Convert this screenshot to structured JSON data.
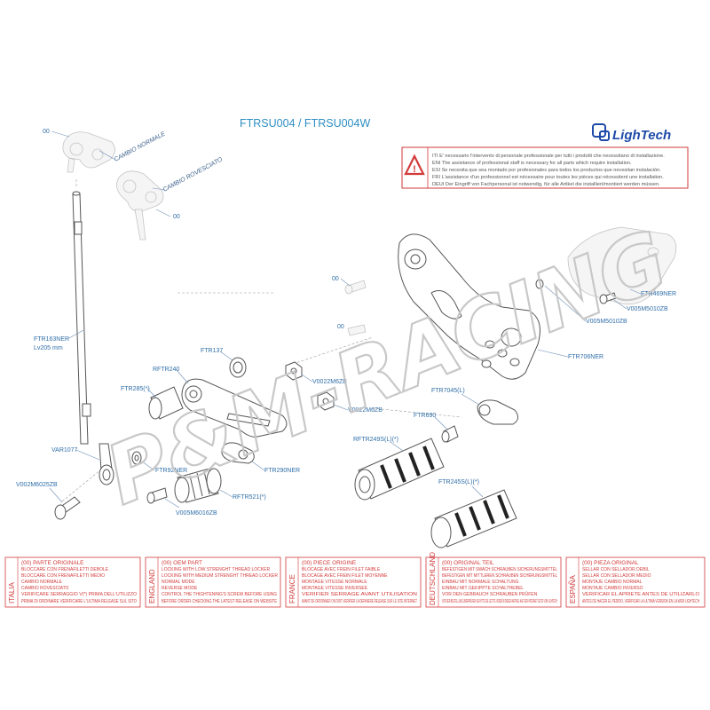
{
  "title": "FTRSU004 / FTRSU004W",
  "brand": "LighTech",
  "watermark": "P&M-RACING",
  "warning": {
    "lines": [
      "ITI  E' necessario l'intervento di personale professionale per tutti i prodotti che necessitano di installazione.",
      "ENI  The assistance of professional staff is necessary for all parts which require installation.",
      "ESI  Se necesita que sea montado por profesionales para todos los productos que necesitan instalación.",
      "FRI  L'assistance d'un professionnel est nécessaire pour toutes les pièces qui nécessitent une installation.",
      "DEUI Der Eingriff von Fachpersonal ist notwendig, für alle Artikel die installiert/montiert werden müssen."
    ]
  },
  "labels": {
    "oo_top": "00",
    "cambio_normale": "CAMBIO NORMALE",
    "cambio_rovesciato": "CAMBIO ROVESCIATO",
    "oo_mid": "00",
    "ftr163": "FTR163NER",
    "lv205": "Lv205 mm",
    "var1077": "VAR1077",
    "v002m6025": "V002M6025ZB",
    "ftr137": "FTR137",
    "rftr240": "RFTR240",
    "ftr285": "FTR285(*)",
    "v0022m6_a": "V0022M6ZB",
    "v0022m6_b": "V0022M6ZB",
    "ftr92": "FTR92NER",
    "rftr521": "RFTR521(*)",
    "v005m6016": "V005M6016ZB",
    "ftr290": "FTR290NER",
    "oo_right1": "00",
    "oo_right2": "00",
    "v005m5010_a": "V005M5010ZB",
    "v005m5010_b": "V005M5010ZB",
    "ftr469": "FTR469NER",
    "ftr706": "FTR706NER",
    "ftr7045": "FTR7045(L)",
    "ftr690": "FTR690",
    "rftr249": "RFTR249S(L)(*)",
    "ftr245": "FTR245S(L)(*)"
  },
  "legend": [
    {
      "country": "ITALIA",
      "lines": [
        "(00) PARTE ORIGINALE",
        "BLOCCARE CON FRENAFILETTI DEBOLE",
        "BLOCCARE CON FRENAFILETTI MEDIO",
        "CAMBIO NORMALE",
        "CAMBIO ROVESCIATO",
        "VERIFICARE SERRAGGIO V(*) PRIMA DELL'UTILIZZO",
        "PRIMA DI ORDINARE VERIFICARE L'ULTIMA RELEASE SUL SITO"
      ]
    },
    {
      "country": "ENGLAND",
      "lines": [
        "(00) OEM PART",
        "LOCKING WITH LOW STRENGHT THREAD LOCKER",
        "LOCKING WITH MEDIUM STRENGHT THREAD LOCKER",
        "NORMAL MODE",
        "REVERSE MODE",
        "CONTROL THE THIGHTENING'S SCREW BEFORE USING",
        "BEFORE ORDER CHECKING THE LATEST RELEASE ON WEBSITE"
      ]
    },
    {
      "country": "FRANCE",
      "lines": [
        "(00) PIECE ORIGINE",
        "BLOCAGE AVEC FREIN FILET FAIBLE",
        "BLOCAGE AVEC FREIN FILET MOYENNE",
        "MONTAGE VITESSE NORMALE",
        "MONTAGE VITESSE INVERSEE",
        "VERIFIER SERRAGE AVANT UTILISATION",
        "AVANT DE ORDONNER ON DOIT VERIFIER LA DERNIERE RELEASE SUR LE SITE INTERNET"
      ]
    },
    {
      "country": "DEUTSCHLAND",
      "lines": [
        "(00) ORIGINAL TEIL",
        "BEFESTIGEN MIT SWACH SCHRAUBEN SICHERUNGSMITTEL",
        "BEFESTIGEN MIT MITTLEREN SCHRAUBEN SICHERUNGSMITTEL",
        "EINBAU MIT NORMALE SCHALTUNG",
        "EINBAU MIT GEKIPPTE SCHALTHEBEL",
        "VOR DEN GEBRAUCH SCHRAUBEN PRÜFEN",
        "VOR DER BESTELLUNG ÜBERPRÜFEN SIE BITTE DIE LETZTE VERSION DIESER ARTIKEL AUF DER INTERNET SEITE VON LIGHTECH"
      ]
    },
    {
      "country": "ESPAÑA",
      "lines": [
        "(00) PIEZA ORIGINAL",
        "SELLAR CON SELLADOR DEBIL",
        "SELLAR CON SELLADOR MEDIO",
        "MONTAJE CAMBIO NORMAL",
        "MONTAJE CAMBIO INVERSO",
        "VERIFICAR EL APRIETE ANTES DE UTILIZARLO",
        "ANTES DE HACER EL PEDIDO, VERIFICAR LA ULTIMA VERSION EN LA WEB LIGHTECH"
      ]
    }
  ],
  "colors": {
    "accent_blue": "#2e8ec3",
    "legend_red": "#d23a3a",
    "label_blue": "#3b5f8a"
  }
}
